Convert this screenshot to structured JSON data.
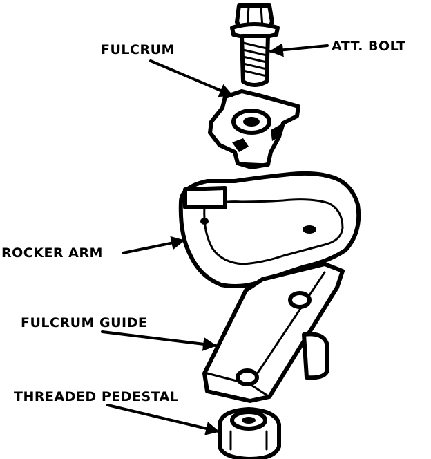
{
  "labels": {
    "att_bolt": "ATT. BOLT",
    "fulcrum": "FULCRUM",
    "rocker_arm": "ROCKER ARM",
    "fulcrum_guide": "FULCRUM GUIDE",
    "threaded_pedestal": "THREADED PEDESTAL"
  },
  "colors": {
    "ink": "#000000",
    "paper": "#ffffff"
  }
}
